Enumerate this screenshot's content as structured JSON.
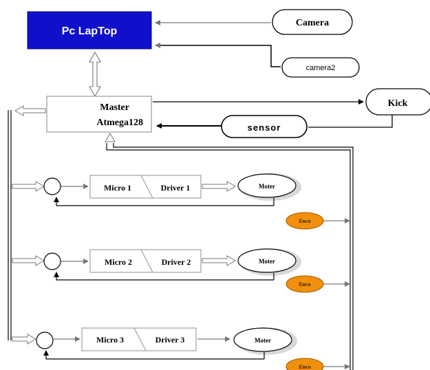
{
  "nodes": {
    "pc_laptop": "Pc LapTop",
    "camera": "Camera",
    "camera2": "camera2",
    "master_line1": "Master",
    "master_line2": "Atmega128",
    "kick": "Kick",
    "sensor": "sensor"
  },
  "channels": [
    {
      "micro": "Micro  1",
      "driver": "Driver  1",
      "motor": "Moter",
      "encoder": "Enco"
    },
    {
      "micro": "Micro  2",
      "driver": "Driver  2",
      "motor": "Moter",
      "encoder": "Enco"
    },
    {
      "micro": "Micro  3",
      "driver": "Driver  3",
      "motor": "Moter",
      "encoder": "Enco"
    }
  ],
  "colors": {
    "laptop_fill": "#1010cc",
    "laptop_text": "#ffffff",
    "encoder_fill": "#f0900c",
    "line": "#000000",
    "box_border": "#9a9a9a"
  }
}
